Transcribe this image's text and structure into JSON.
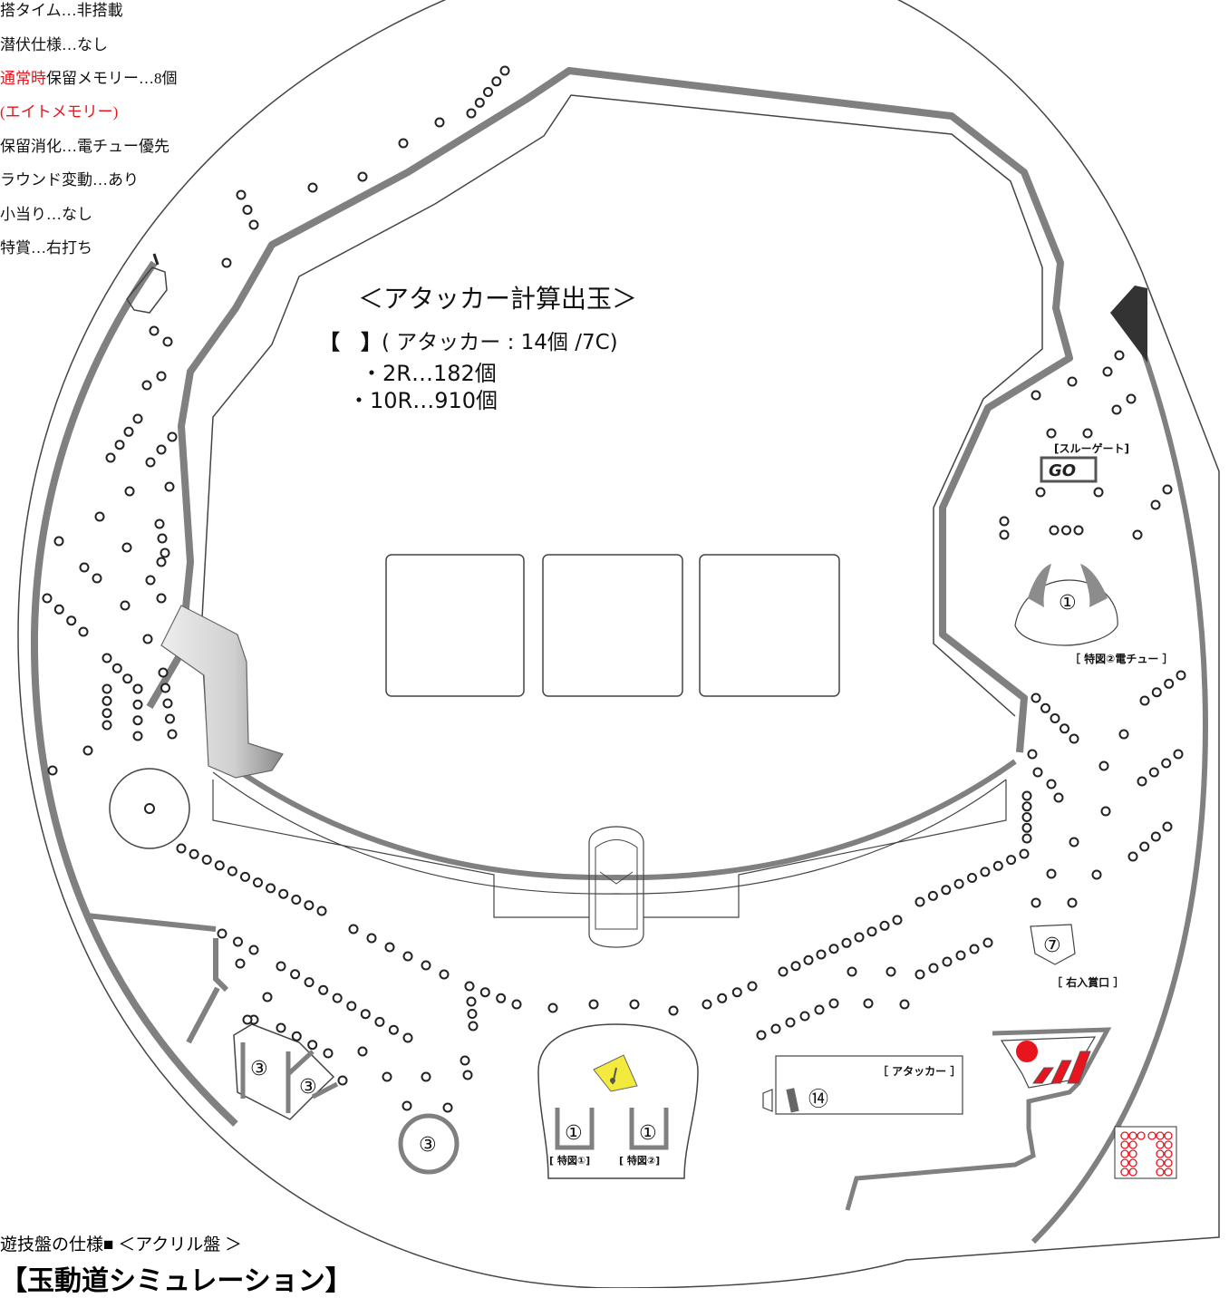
{
  "specs": {
    "jitan": "搭タイム…非搭載",
    "senpuku": "潜伏仕様…なし",
    "hold_prefix": "通常時",
    "hold_rest": "保留メモリー…8個",
    "eight": "(エイトメモリー)",
    "hold_order": "保留消化…電チュー優先",
    "round_var": "ラウンド変動…あり",
    "koatari": "小当り…なし",
    "tokusho": "特賞…右打ち"
  },
  "calc": {
    "title": "＜アタッカー計算出玉＞",
    "bracket": "【　】",
    "detail": "( アタッカー : 14個 /7C)",
    "r2": "・2R…182個",
    "r10": "・10R…910個"
  },
  "labels": {
    "through_gate": "[スルーゲート]",
    "go": "GO",
    "denchu": "［ 特図②電チュー ］",
    "right_pocket": "［ 右入賞口 ］",
    "attacker": "［ アタッカー ］",
    "tokuzu1": "[ 特図①]",
    "tokuzu2": "[ 特図②]"
  },
  "pockets": {
    "one": "①",
    "three": "③",
    "seven": "⑦",
    "fourteen": "⑭"
  },
  "footer": {
    "line1": "遊技盤の仕様■ ＜アクリル盤 ＞",
    "line2": "【玉動道シミュレーション】"
  },
  "colors": {
    "rail": "#808080",
    "dark": "#333333",
    "red": "#e8141e",
    "yellow": "#f2ea3c"
  }
}
